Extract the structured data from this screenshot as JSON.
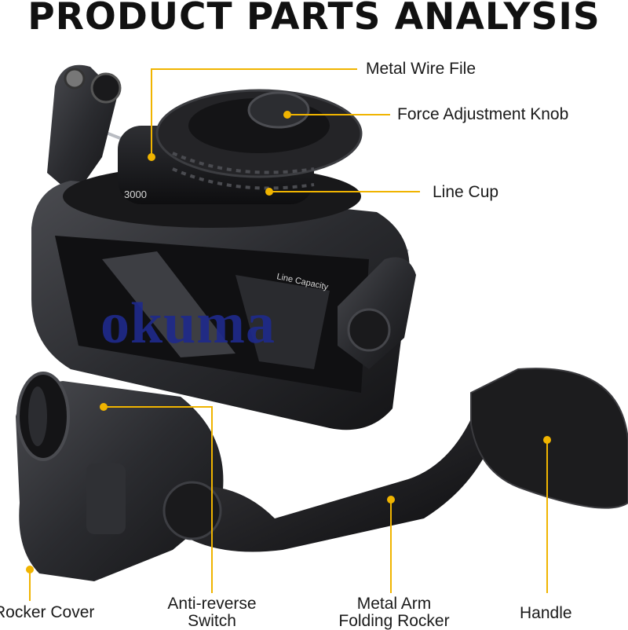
{
  "title": "PRODUCT PARTS ANALYSIS",
  "watermark": "okuma",
  "colors": {
    "accent": "#f0b400",
    "body_dark": "#1c1c1e",
    "body_mid": "#3a3b3f",
    "watermark": "#1f2a8a"
  },
  "reel_markings": {
    "spool_size": "3000",
    "line_capacity": "Line Capacity"
  },
  "parts": {
    "metal_wire_file": "Metal Wire File",
    "force_adjustment_knob": "Force Adjustment Knob",
    "line_cup": "Line Cup",
    "rocker_cover": "Rocker Cover",
    "anti_reverse_switch_line1": "Anti-reverse",
    "anti_reverse_switch_line2": "Switch",
    "metal_arm_line1": "Metal Arm",
    "metal_arm_line2": "Folding Rocker",
    "handle": "Handle"
  }
}
